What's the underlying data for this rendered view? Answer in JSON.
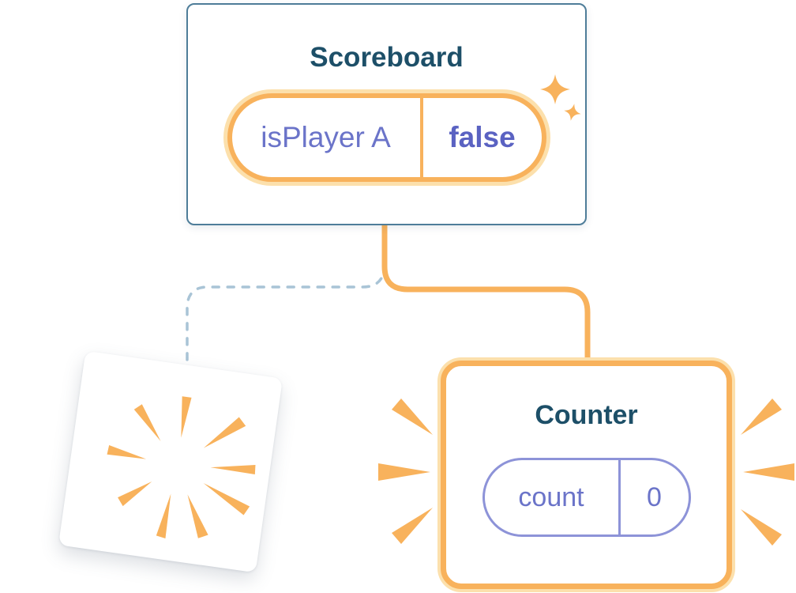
{
  "scoreboard": {
    "title": "Scoreboard",
    "state_name": "isPlayer A",
    "state_value": "false"
  },
  "counter": {
    "title": "Counter",
    "state_name": "count",
    "state_value": "0"
  },
  "icons": {
    "sparkle": "✦",
    "poof_burst": "radial-rays",
    "emphasis_mark": "wedge"
  },
  "colors": {
    "orange": "#F8B25C",
    "orange_halo": "#FCE0AC",
    "purple_text": "#6B74C9",
    "purple_bold": "#5A62C2",
    "purple_border": "#8D93D8",
    "title_color": "#1D4F68",
    "scoreboard_border": "#4E7D99",
    "dashed_line": "#A9C4D6",
    "card_bg": "#FFFFFF"
  }
}
